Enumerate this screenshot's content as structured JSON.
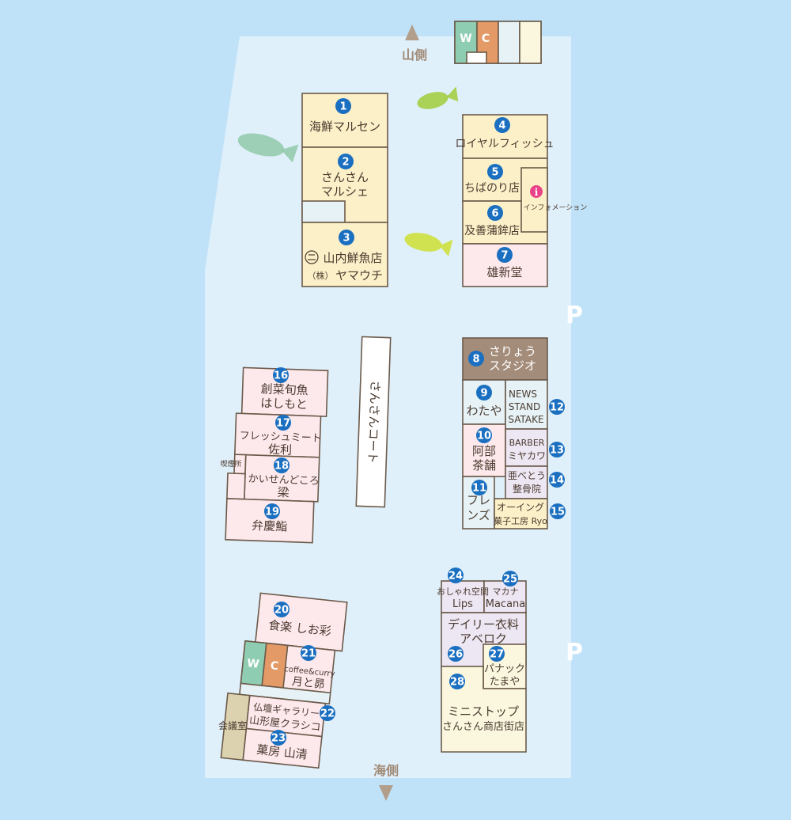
{
  "colors": {
    "water": "#bfe2f8",
    "land": "#e0f0fb",
    "yellow": "#fcf0c8",
    "pink": "#fde9ec",
    "light_blue": "#e6f2f6",
    "lavender": "#ede6f3",
    "cream": "#fbf7df",
    "brown": "#a38c7a",
    "tan": "#ddd2b0",
    "wc_green": "#8fcdb3",
    "wc_orange": "#e39a66",
    "number_badge": "#1a6fc0",
    "info_pink": "#e94389",
    "arrow": "#b19e8b"
  },
  "directions": {
    "north": "山側",
    "south": "海側"
  },
  "parking": {
    "label": "P"
  },
  "restroom": {
    "w": "W",
    "c": "C"
  },
  "info": {
    "label": "インフォメーション",
    "icon": "info-icon"
  },
  "court": {
    "label": "さんさんコート"
  },
  "meeting_room": {
    "label": "会議室"
  },
  "smoking": {
    "label": "喫煙所"
  },
  "shops": [
    {
      "num": "1",
      "name": [
        "海鮮マルセン"
      ]
    },
    {
      "num": "2",
      "name": [
        "さんさん",
        "マルシェ"
      ]
    },
    {
      "num": "3",
      "name": [
        "山内鮮魚店",
        "ヤマウチ"
      ],
      "prefix_mark": "㈡",
      "prefix_kabu": "（株）"
    },
    {
      "num": "4",
      "name": [
        "ロイヤルフィッシュ"
      ]
    },
    {
      "num": "5",
      "name": [
        "ちばのり店"
      ]
    },
    {
      "num": "6",
      "name": [
        "及善蒲鉾店"
      ]
    },
    {
      "num": "7",
      "name": [
        "雄新堂"
      ]
    },
    {
      "num": "8",
      "name": [
        "さりょう",
        "スタジオ"
      ]
    },
    {
      "num": "9",
      "name": [
        "わたや"
      ]
    },
    {
      "num": "10",
      "name": [
        "阿部",
        "茶舗"
      ]
    },
    {
      "num": "11",
      "name": [
        "フレ",
        "ンズ"
      ]
    },
    {
      "num": "12",
      "name": [
        "NEWS",
        "STAND",
        "SATAKE"
      ]
    },
    {
      "num": "13",
      "name": [
        "BARBER",
        "ミヤカワ"
      ]
    },
    {
      "num": "14",
      "name": [
        "亜べとう",
        "整骨院"
      ]
    },
    {
      "num": "15",
      "name": [
        "オーイング",
        "菓子工房 Ryo"
      ]
    },
    {
      "num": "16",
      "name": [
        "創菜旬魚",
        "はしもと"
      ]
    },
    {
      "num": "17",
      "name": [
        "フレッシュミート",
        "佐利"
      ]
    },
    {
      "num": "18",
      "name": [
        "かいせんどころ",
        "梁"
      ]
    },
    {
      "num": "19",
      "name": [
        "弁慶鮨"
      ]
    },
    {
      "num": "20",
      "name": [
        "食楽 しお彩"
      ]
    },
    {
      "num": "21",
      "name": [
        "coffee&curry",
        "月と昴"
      ]
    },
    {
      "num": "22",
      "name": [
        "仏壇ギャラリー",
        "山形屋クラシコ"
      ]
    },
    {
      "num": "23",
      "name": [
        "菓房 山清"
      ]
    },
    {
      "num": "24",
      "name": [
        "おしゃれ空間",
        "Lips"
      ]
    },
    {
      "num": "25",
      "name": [
        "マカナ",
        "Macana"
      ]
    },
    {
      "num": "26",
      "name": [
        "デイリー衣料",
        "アベロク"
      ]
    },
    {
      "num": "27",
      "name": [
        "パナック",
        "たまや"
      ]
    },
    {
      "num": "28",
      "name": [
        "ミニストップ",
        "さんさん商店街店"
      ]
    }
  ]
}
